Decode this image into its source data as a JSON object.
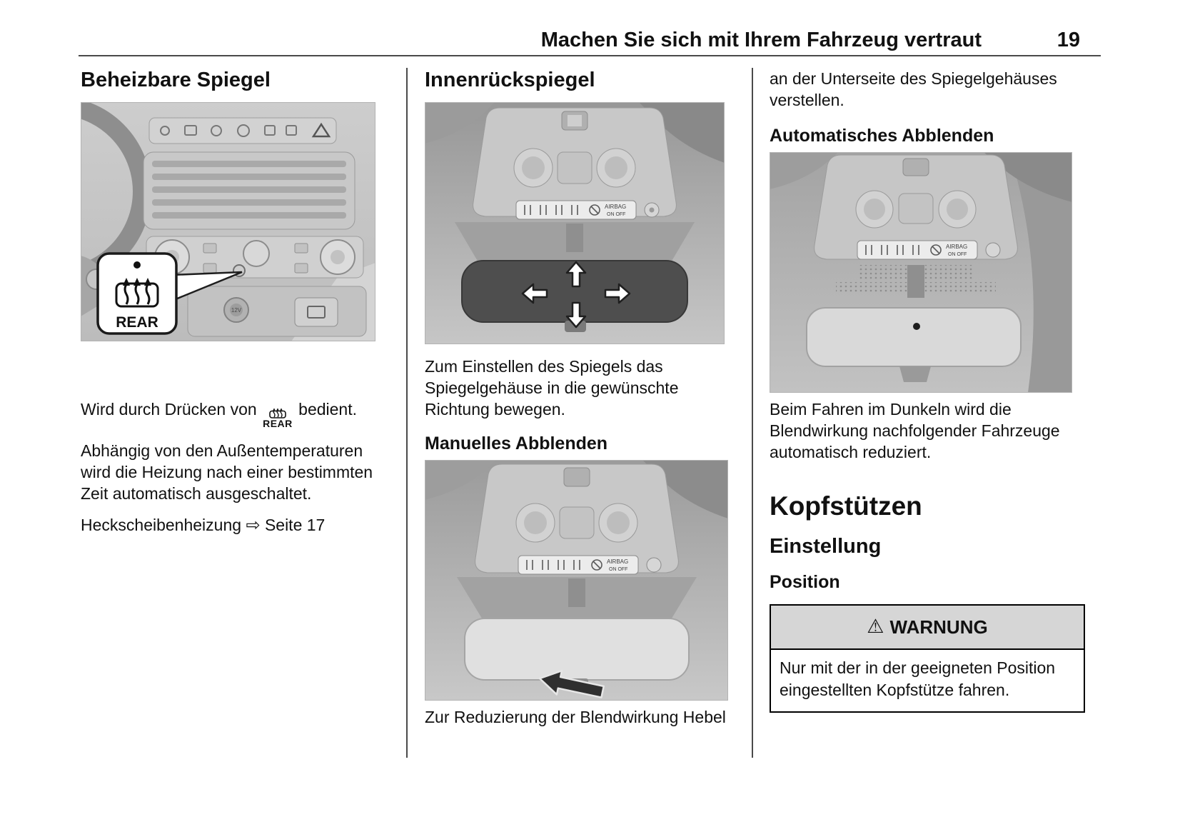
{
  "header": {
    "title": "Machen Sie sich mit Ihrem Fahrzeug vertraut",
    "page_number": "19"
  },
  "col1": {
    "heading": "Beheizbare Spiegel",
    "image": {
      "callout_label": "REAR",
      "socket_label": "12V"
    },
    "para1_prefix": "Wird durch Drücken von",
    "para1_icon_label": "REAR",
    "para1_suffix": "bedient.",
    "para2": "Abhängig von den Außentemperaturen wird die Heizung nach einer bestimmten Zeit automatisch ausgeschaltet.",
    "para3_label": "Heckscheibenheizung",
    "para3_arrow": "⇨",
    "para3_ref": "Seite 17"
  },
  "col2": {
    "heading": "Innenrückspiegel",
    "para1": "Zum Einstellen des Spiegels das Spiegelgehäuse in die gewünschte Richtung bewegen.",
    "subheading": "Manuelles Abblenden",
    "caption": "Zur Reduzierung der Blendwirkung Hebel"
  },
  "col3": {
    "intro": "an der Unterseite des Spiegelgehäuses verstellen.",
    "subheading": "Automatisches Abblenden",
    "para1": "Beim Fahren im Dunkeln wird die Blendwirkung nachfolgender Fahrzeuge automatisch reduziert.",
    "heading_kopfstuetzen": "Kopfstützen",
    "subheading_einstellung": "Einstellung",
    "subsubheading_position": "Position",
    "warning_icon": "⚠",
    "warning_title": "WARNUNG",
    "warning_body": "Nur mit der in der geeigneten Position eingestellten Kopfstütze fahren."
  },
  "image_labels": {
    "airbag": "AIRBAG",
    "onoff": "ON OFF"
  }
}
